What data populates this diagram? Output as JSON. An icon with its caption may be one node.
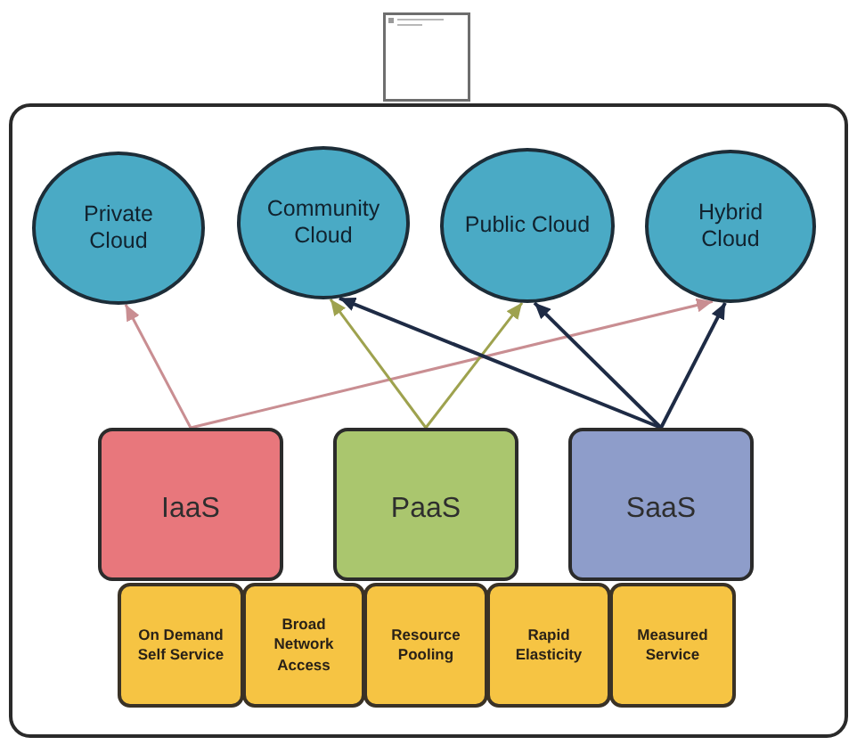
{
  "diagram": {
    "nodes": [
      {
        "text": [],
        "shape": "box"
      },
      {
        "text": [
          "Private Cloud"
        ],
        "in": 0
      },
      {
        "text": [
          "Community Cloud"
        ],
        "in": 0
      },
      {
        "text": [
          "Public Cloud"
        ],
        "in": 0
      },
      {
        "text": [
          "Hybrid Cloud"
        ],
        "in": 0
      },
      {
        "text": [
          "IaaS"
        ],
        "in": 0
      },
      {
        "text": [
          "PaaS"
        ],
        "in": 0
      },
      {
        "text": [
          "SaaS"
        ],
        "in": 0
      },
      {
        "text": [
          "On Demand Self Service"
        ],
        "in": 0
      },
      {
        "text": [
          "Broad Network Access"
        ],
        "in": 0
      },
      {
        "text": [
          "Resource Pooling"
        ],
        "in": 0
      },
      {
        "text": [
          "Rapid Elasticity"
        ],
        "in": 0
      },
      {
        "text": [
          "Measured Service"
        ],
        "in": 0
      }
    ],
    "edges": [
      {
        "from": 5,
        "to": 1,
        "arrow": "to",
        "color": "#c98e92"
      },
      {
        "from": 5,
        "to": 4,
        "arrow": "to",
        "color": "#c98e92"
      },
      {
        "from": 6,
        "to": 2,
        "arrow": "to",
        "color": "#9ea24e"
      },
      {
        "from": 6,
        "to": 3,
        "arrow": "to",
        "color": "#9ea24e"
      },
      {
        "from": 7,
        "to": 2,
        "arrow": "to"
      },
      {
        "from": 7,
        "to": 3,
        "arrow": "to"
      },
      {
        "from": 7,
        "to": 4,
        "arrow": "to"
      }
    ]
  }
}
